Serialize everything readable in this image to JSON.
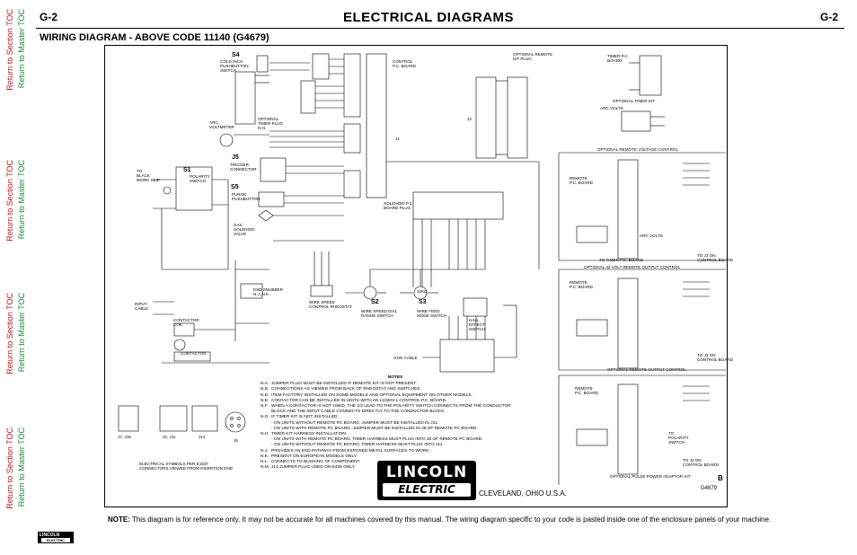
{
  "header": {
    "page_left": "G-2",
    "page_right": "G-2",
    "title": "ELECTRICAL  DIAGRAMS",
    "subtitle": "WIRING DIAGRAM - ABOVE CODE 11140 (G4679)"
  },
  "nav": {
    "section_toc": "Return to Section TOC",
    "master_toc": "Return to Master TOC"
  },
  "diagram": {
    "components": {
      "s4": "S4",
      "s4_desc": "COLD INCH\nPUSHBUTTON\nSWITCH",
      "s1": "S1",
      "s1_desc": "POLARITY\nSWITCH",
      "s5": "S5",
      "s5_desc": "PURGE\nPUSHBUTTON",
      "j5": "J5",
      "j5_desc": "TRIGGER\nCONNECTOR",
      "s2": "S2",
      "s2_desc": "WIRE SPEED DIAL\nRANGE SWITCH",
      "s3": "S3",
      "s3_desc": "WIRE FEED\nMODE SWITCH",
      "arc_voltmeter": "ARC\nVOLTMETER",
      "gas_valve": "GAS\nSOLENOID\nVALVE",
      "esd": "ESD SNUBBER\nN.J.,N.K.",
      "rheostat": "WIRE SPEED\nCONTROL RHEOSTAT",
      "hall": "HALL\nEFFECT\nSWITCH",
      "input_cable": "INPUT\nCABLE",
      "contactor_coil": "CONTACTOR\nCOIL",
      "contactor": "CONTACTOR",
      "gun_cable": "GUN CABLE",
      "black_work_clip": "TO\nBLACK\nWORK CLIP",
      "control_pc": "CONTROL\nP.C. BOARD",
      "solenoid_pc": "SOLENOID P.C.\nBOARD PLUG",
      "opt_remote_kit": "OPTIONAL REMOTE\nKIT PLUG",
      "opt_timer_plug": "OPTIONAL\nTIMER PLUG\nN.H.",
      "ten_k": "10KΩ",
      "conn_caption": "ELECTRICAL SYMBOLS PER E1537\nCONNECTORS VIEWED FROM INSERTION END"
    },
    "right_kits": [
      {
        "name": "OPTIONAL TIMER KIT",
        "board": "TIMER P.C.\nBOARD"
      },
      {
        "name": "OPTIONAL REMOTE VOLTAGE CONTROL",
        "board": "ARC VOLTS"
      },
      {
        "name": "OPTIONAL 42 VOLT REMOTE OUTPUT CONTROL",
        "board": "REMOTE\nP.C. BOARD"
      },
      {
        "name": "OPTIONAL REMOTE OUTPUT CONTROL",
        "board": "REMOTE\nP.C. BOARD"
      },
      {
        "name": "OPTIONAL PULSE POWER ADAPTOR KIT",
        "board": "REMOTE\nP.C. BOARD"
      }
    ],
    "kit_misc": {
      "to_j3": "TO J3 ON\nCONTROL BOARD",
      "to_timer": "TO TIMER P.C. BOARD",
      "arc_volts": "ARC VOLTS",
      "to_polarity": "TO\nPOLARITY\nSWITCH",
      "to_j3_b": "TO J3 ON\nCONTROL BOARD",
      "to_j3_c": "TO J3 ON\nCONTROL BOARD"
    },
    "connectors": [
      "J7, J15",
      "J2, J11",
      "J14",
      "J1",
      "J3",
      "J5"
    ],
    "notes": {
      "heading": "NOTES",
      "items": [
        {
          "k": "N.A.",
          "t": "JUMPER PLUG MUST BE INSTALLED IF REMOTE KIT IS NOT PRESENT."
        },
        {
          "k": "N.B.",
          "t": "CONNECTIONS AS VIEWED FROM BACK OF RHEOSTAT AND SWITCHES."
        },
        {
          "k": "N.D.",
          "t": "ITEM FACTORY INSTALLED ON SOME MODELS AND OPTIONAL EQUIPMENT ON OTHER MODELS."
        },
        {
          "k": "N.E.",
          "t": "CONTACTOR CAN BE INSTALLED IN UNITS WITH AN L10203-1 CONTROL P.C. BOARD."
        },
        {
          "k": "N.F.",
          "t": "WHEN A CONTACTOR IS NOT USED, THE 1/2 LEAD TO THE POLARITY SWITCH CONNECTS FROM THE CONDUCTOR"
        },
        {
          "k": "",
          "t": "BLOCK AND THE INPUT CABLE CONNECTS DIRECTLY TO THE CONDUCTOR BLOCK."
        },
        {
          "k": "N.G.",
          "t": "IF TIMER KIT IS NOT INSTALLED:"
        },
        {
          "k": "",
          "t": "- ON UNITS WITHOUT REMOTE PC BOARD, JUMPER MUST BE INSTALLED IN J11."
        },
        {
          "k": "",
          "t": "- ON UNITS WITH REMOTE PC BOARD, JUMPER MUST BE INSTALLED IN J8 OF REMOTE PC BOARD."
        },
        {
          "k": "N.H.",
          "t": "TIMER KIT HARNESS INSTALLATION:"
        },
        {
          "k": "",
          "t": "- ON UNITS WITH REMOTE PC BOARD, TIMER HARNESS MUST PLUG INTO J8 OF REMOTE PC BOARD."
        },
        {
          "k": "",
          "t": "- ON UNITS WITHOUT REMOTE PC BOARD, TIMER HARNESS MUST PLUG INTO J11."
        },
        {
          "k": "N.J.",
          "t": "PROVIDES AN ESD PATHWAY FROM EXPOSED METAL SURFACES TO WORK."
        },
        {
          "k": "N.K.",
          "t": "PRESENT ON EUROPEAN MODELS ONLY."
        },
        {
          "k": "N.L.",
          "t": "CONNECTS TO BUSHING OF COMPONENT."
        },
        {
          "k": "N.M.",
          "t": "J14 JUMPER PLUG USED ON K436 ONLY."
        }
      ]
    }
  },
  "brand": {
    "logo_line1": "LINCOLN",
    "logo_line2": "ELECTRIC",
    "city": "CLEVELAND, OHIO U.S.A.",
    "drawing_no": "G4679",
    "revision": "B"
  },
  "footer": {
    "note_label": "NOTE:",
    "note_text": " This diagram is for reference only. It may not be accurate for all machines covered by this manual. The wiring diagram specific to your code is pasted inside one of the enclosure panels of your machine.",
    "logo_a": "LINCOLN",
    "logo_b": "ELECTRIC"
  },
  "colors": {
    "section_link": "#c0141c",
    "master_link": "#18883a",
    "ink": "#000000"
  }
}
